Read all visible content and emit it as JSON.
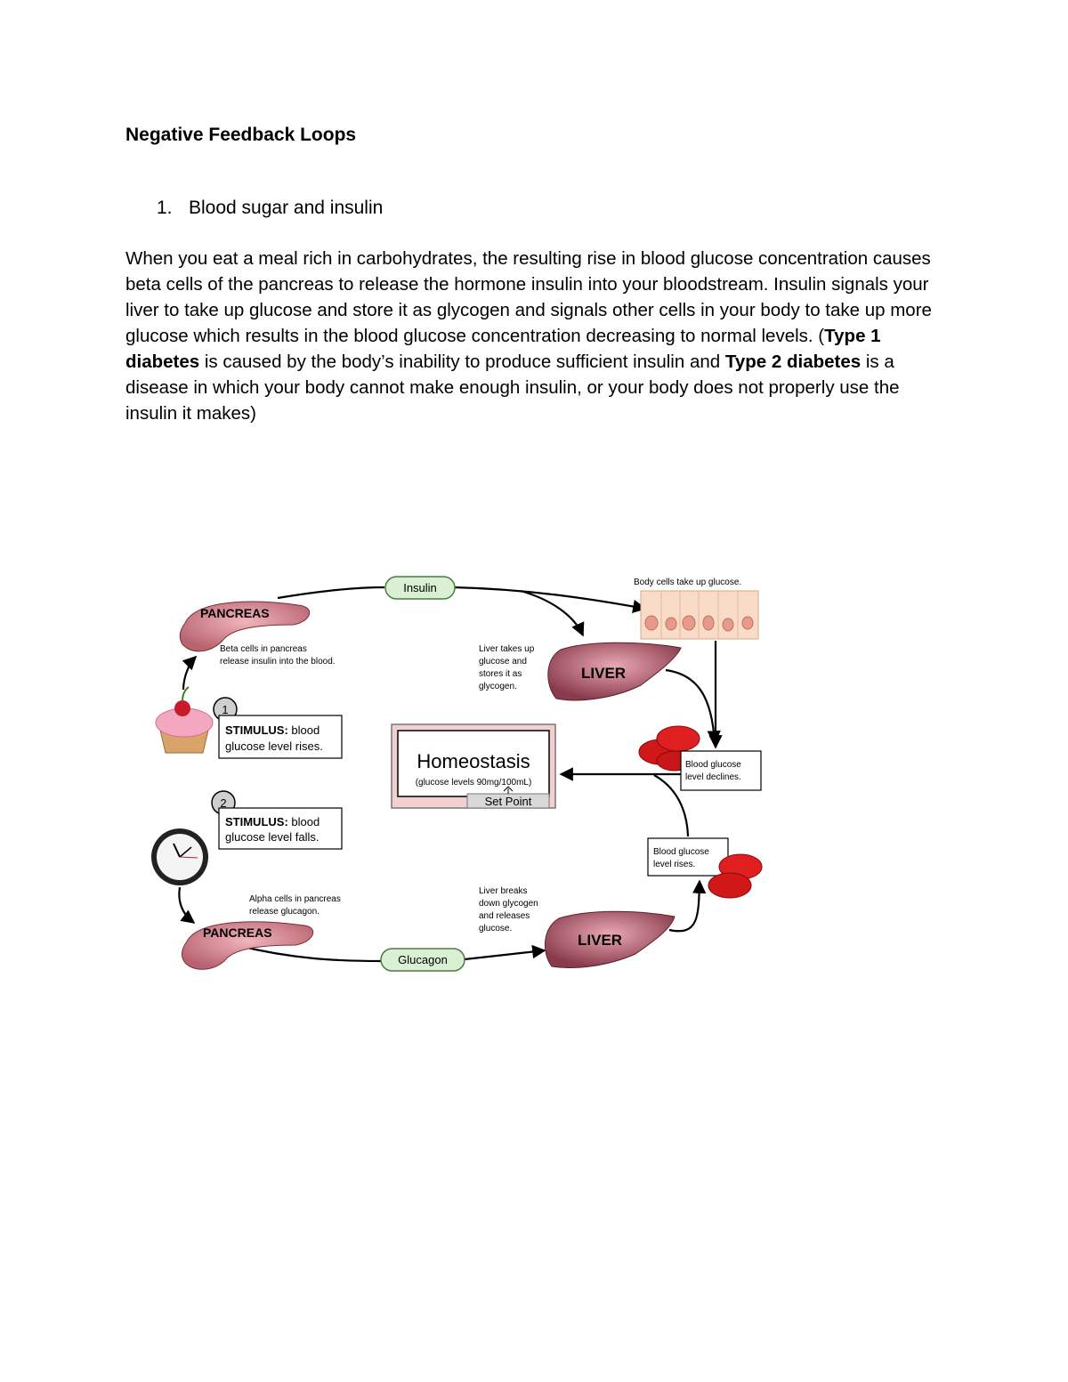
{
  "document": {
    "title": "Negative Feedback Loops",
    "list_item": {
      "number": "1.",
      "text": "Blood sugar and insulin"
    },
    "paragraph": {
      "p1": "When you eat a meal rich in carbohydrates, the resulting rise in blood glucose concentration causes beta cells of the pancreas to release the hormone insulin into your bloodstream. Insulin signals your liver to take up glucose and store it as glycogen and signals other cells in your body to take up more glucose which results in the blood glucose concentration decreasing to normal levels. (",
      "b1": "Type 1 diabetes",
      "p2": " is caused by the body’s inability to produce sufficient insulin and ",
      "b2": "Type 2 diabetes",
      "p3": " is a disease in which your body cannot make enough insulin, or your body does not properly use the insulin it makes)"
    }
  },
  "diagram": {
    "insulin": "Insulin",
    "glucagon": "Glucagon",
    "pancreas_top": "PANCREAS",
    "pancreas_bottom": "PANCREAS",
    "liver_top": "LIVER",
    "liver_bottom": "LIVER",
    "body_cells": "Body cells take up glucose.",
    "beta_1": "Beta cells in pancreas",
    "beta_2": "release insulin into the blood.",
    "liver_takes": [
      "Liver takes up",
      "glucose and",
      "stores it as",
      "glycogen."
    ],
    "stim1_num": "1",
    "stim1_bold": "STIMULUS:",
    "stim1_a": "blood",
    "stim1_b": "glucose level rises.",
    "stim2_num": "2",
    "stim2_bold": "STIMULUS:",
    "stim2_a": "blood",
    "stim2_b": "glucose level falls.",
    "homeostasis": "Homeostasis",
    "glucose_levels": "(glucose levels 90mg/100mL)",
    "set_point": "Set Point",
    "declines_1": "Blood glucose",
    "declines_2": "level declines.",
    "rises_1": "Blood glucose",
    "rises_2": "level rises.",
    "alpha_1": "Alpha cells in pancreas",
    "alpha_2": "release glucagon.",
    "liver_breaks": [
      "Liver breaks",
      "down glycogen",
      "and releases",
      "glucose."
    ],
    "colors": {
      "pill_fill": "#d9f0d3",
      "pill_stroke": "#4a7a45",
      "organ": "#c97f8a",
      "blood": "#d01818"
    }
  }
}
